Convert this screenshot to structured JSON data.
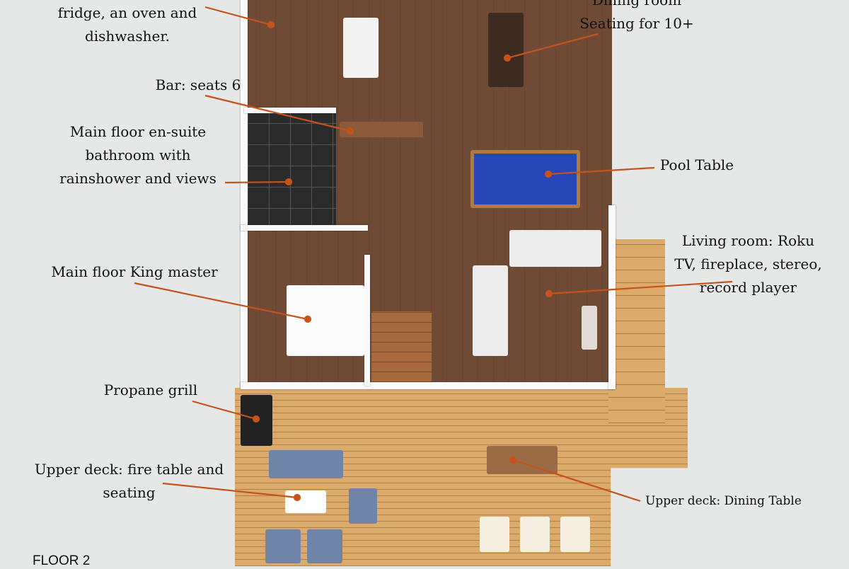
{
  "annotations": {
    "kitchen": [
      "fridge, an oven and",
      "dishwasher."
    ],
    "dining": [
      "Dining room",
      "Seating for 10+"
    ],
    "bar": "Bar: seats 6",
    "ensuite": [
      "Main floor en-suite",
      "bathroom with",
      "rainshower and views"
    ],
    "pool": "Pool Table",
    "master": "Main floor King master",
    "living": [
      "Living room: Roku",
      "TV, fireplace,  stereo,",
      "record player"
    ],
    "grill": "Propane grill",
    "fire_table": [
      "Upper deck: fire table and",
      "seating"
    ],
    "deck_dining": "Upper deck: Dining Table",
    "floor_label": "FLOOR 2"
  },
  "colors": {
    "leader_line": "#c4541b",
    "background": "#e6e7e7",
    "floor_wood": "#6f4b36",
    "deck_wood": "#dcab6c",
    "pool_felt": "#2747b8"
  }
}
